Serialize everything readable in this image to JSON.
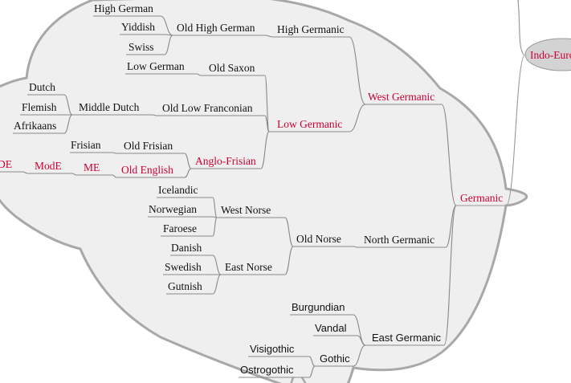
{
  "colors": {
    "accent": "#cc0033",
    "text": "#111111",
    "edge": "#888888",
    "bubble_fill": "#efefef",
    "bubble_stroke": "#a8a8a8",
    "root_fill": "#d3d3d3"
  },
  "root": {
    "label": "Indo-European",
    "color": "#cc0033"
  },
  "nodes": [
    {
      "id": "germanic",
      "label": "Germanic",
      "color": "#cc0033"
    },
    {
      "id": "west_germanic",
      "label": "West Germanic",
      "color": "#cc0033"
    },
    {
      "id": "north_germanic",
      "label": "North Germanic",
      "color": "#111111"
    },
    {
      "id": "east_germanic",
      "label": "East Germanic",
      "color": "#111111"
    },
    {
      "id": "high_germanic",
      "label": "High Germanic",
      "color": "#111111"
    },
    {
      "id": "low_germanic",
      "label": "Low Germanic",
      "color": "#cc0033"
    },
    {
      "id": "old_high_german",
      "label": "Old High German",
      "color": "#111111"
    },
    {
      "id": "high_german",
      "label": "High German",
      "color": "#111111"
    },
    {
      "id": "yiddish",
      "label": "Yiddish",
      "color": "#111111"
    },
    {
      "id": "swiss",
      "label": "Swiss",
      "color": "#111111"
    },
    {
      "id": "old_saxon",
      "label": "Old Saxon",
      "color": "#111111"
    },
    {
      "id": "low_german",
      "label": "Low German",
      "color": "#111111"
    },
    {
      "id": "old_low_franconian",
      "label": "Old Low Franconian",
      "color": "#111111"
    },
    {
      "id": "middle_dutch",
      "label": "Middle Dutch",
      "color": "#111111"
    },
    {
      "id": "dutch",
      "label": "Dutch",
      "color": "#111111"
    },
    {
      "id": "flemish",
      "label": "Flemish",
      "color": "#111111"
    },
    {
      "id": "afrikaans",
      "label": "Afrikaans",
      "color": "#111111"
    },
    {
      "id": "anglo_frisian",
      "label": "Anglo-Frisian",
      "color": "#cc0033"
    },
    {
      "id": "old_frisian",
      "label": "Old Frisian",
      "color": "#111111"
    },
    {
      "id": "frisian",
      "label": "Frisian",
      "color": "#111111"
    },
    {
      "id": "old_english",
      "label": "Old English",
      "color": "#cc0033"
    },
    {
      "id": "me",
      "label": "ME",
      "color": "#cc0033"
    },
    {
      "id": "mode",
      "label": "ModE",
      "color": "#cc0033"
    },
    {
      "id": "pde",
      "label": "DE",
      "color": "#cc0033"
    },
    {
      "id": "old_norse",
      "label": "Old Norse",
      "color": "#111111"
    },
    {
      "id": "west_norse",
      "label": "West Norse",
      "color": "#111111"
    },
    {
      "id": "east_norse",
      "label": "East Norse",
      "color": "#111111"
    },
    {
      "id": "icelandic",
      "label": "Icelandic",
      "color": "#111111"
    },
    {
      "id": "norwegian",
      "label": "Norwegian",
      "color": "#111111"
    },
    {
      "id": "faroese",
      "label": "Faroese",
      "color": "#111111"
    },
    {
      "id": "danish",
      "label": "Danish",
      "color": "#111111"
    },
    {
      "id": "swedish",
      "label": "Swedish",
      "color": "#111111"
    },
    {
      "id": "gutnish",
      "label": "Gutnish",
      "color": "#111111"
    },
    {
      "id": "burgundian",
      "label": "Burgundian",
      "color": "#111111"
    },
    {
      "id": "vandal",
      "label": "Vandal",
      "color": "#111111"
    },
    {
      "id": "gothic",
      "label": "Gothic",
      "color": "#111111"
    },
    {
      "id": "visigothic",
      "label": "Visigothic",
      "color": "#111111"
    },
    {
      "id": "ostrogothic",
      "label": "Ostrogothic",
      "color": "#111111"
    }
  ]
}
